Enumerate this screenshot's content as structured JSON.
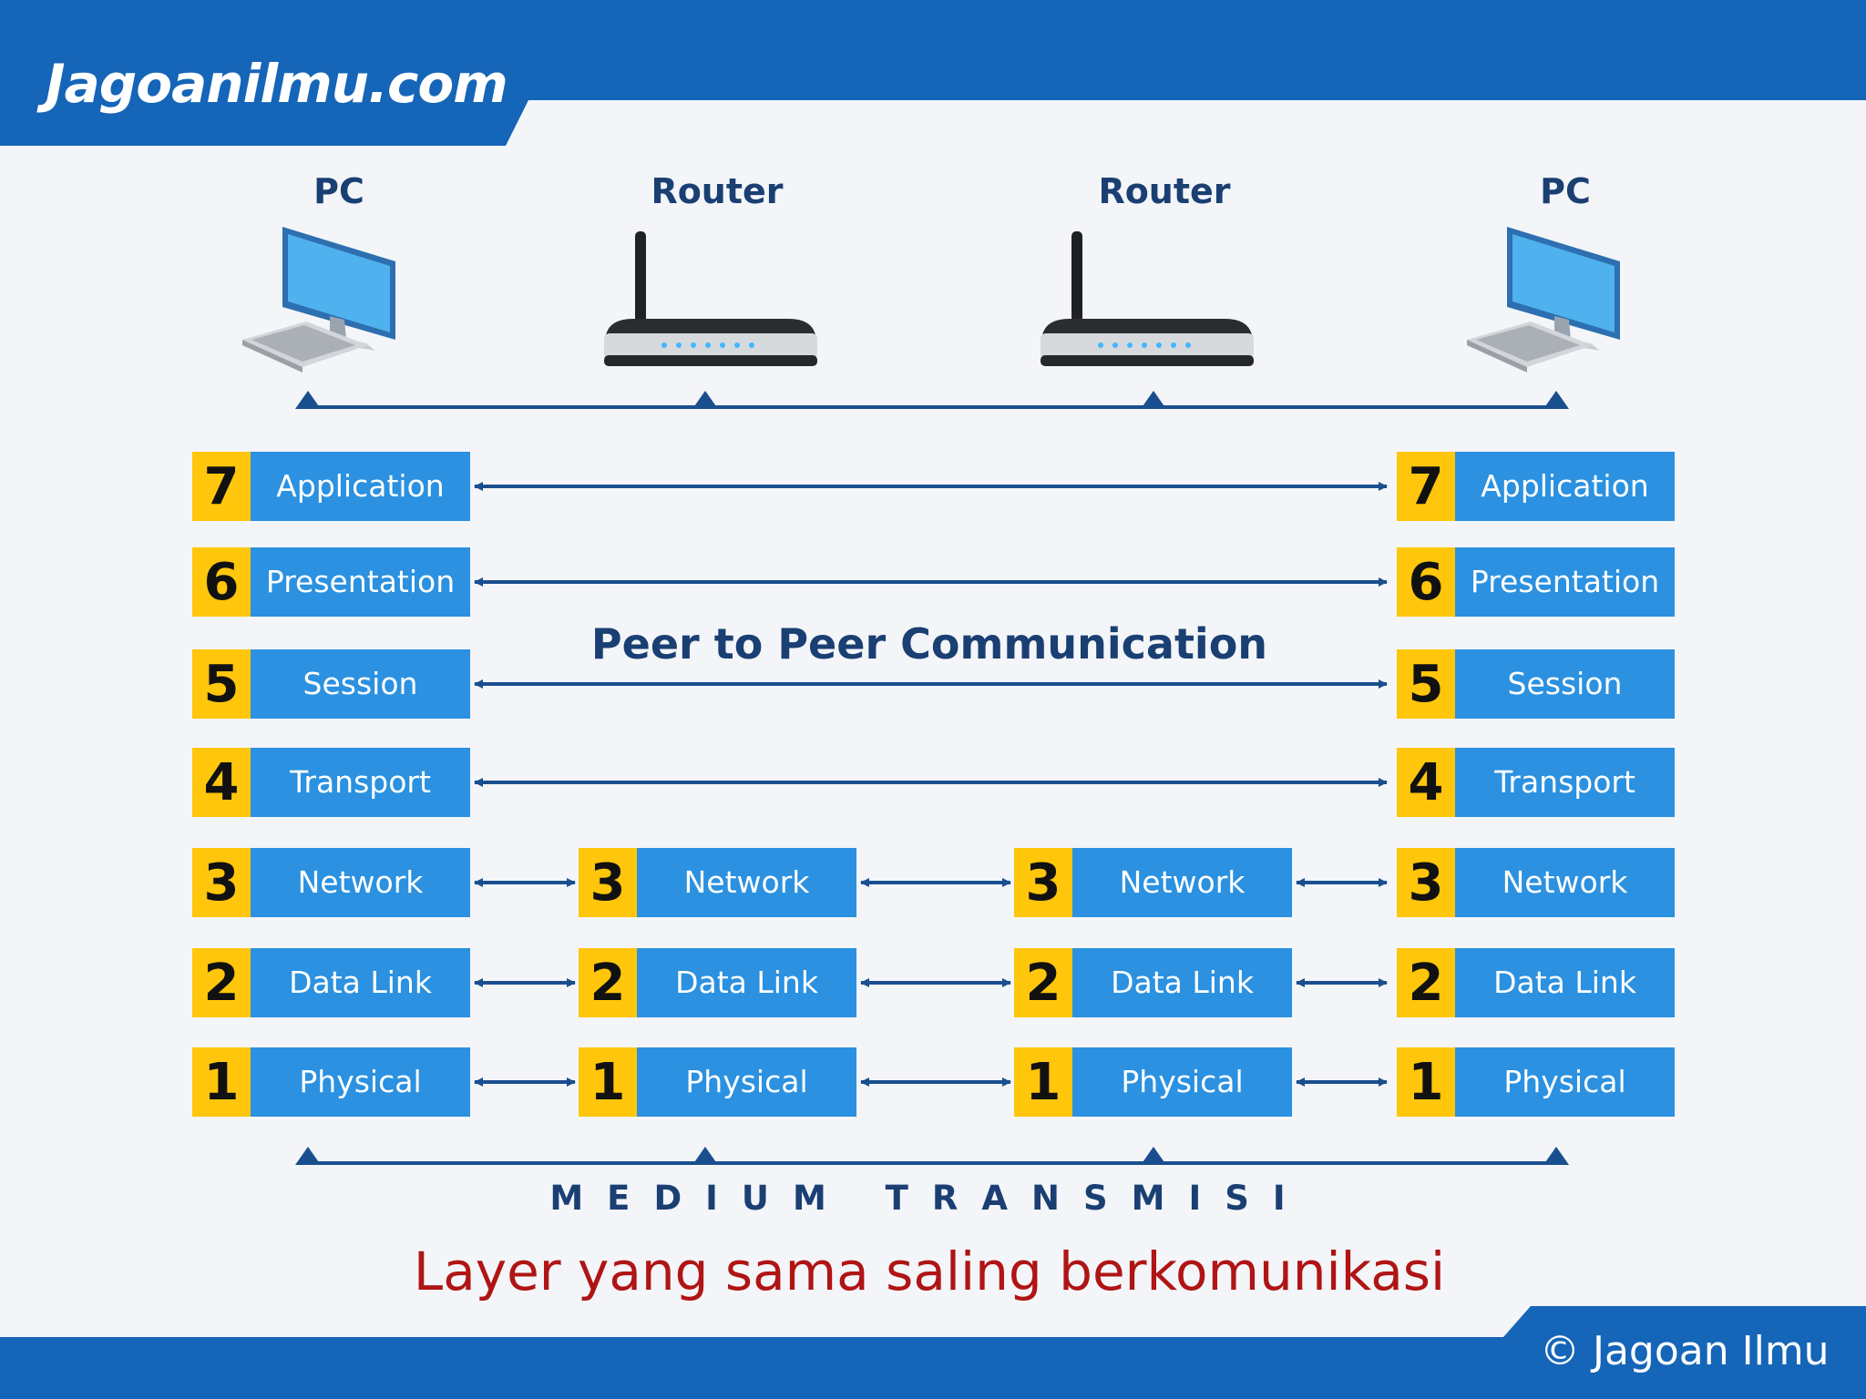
{
  "header": {
    "site_title": "Jagoanilmu.com"
  },
  "devices": [
    {
      "label": "PC",
      "icon": "computer-icon"
    },
    {
      "label": "Router",
      "icon": "router-icon"
    },
    {
      "label": "Router",
      "icon": "router-icon"
    },
    {
      "label": "PC",
      "icon": "computer-icon"
    }
  ],
  "stacks": {
    "pc_left": [
      {
        "num": "7",
        "label": "Application"
      },
      {
        "num": "6",
        "label": "Presentation"
      },
      {
        "num": "5",
        "label": "Session"
      },
      {
        "num": "4",
        "label": "Transport"
      },
      {
        "num": "3",
        "label": "Network"
      },
      {
        "num": "2",
        "label": "Data Link"
      },
      {
        "num": "1",
        "label": "Physical"
      }
    ],
    "router_1": [
      {
        "num": "3",
        "label": "Network"
      },
      {
        "num": "2",
        "label": "Data Link"
      },
      {
        "num": "1",
        "label": "Physical"
      }
    ],
    "router_2": [
      {
        "num": "3",
        "label": "Network"
      },
      {
        "num": "2",
        "label": "Data Link"
      },
      {
        "num": "1",
        "label": "Physical"
      }
    ],
    "pc_right": [
      {
        "num": "7",
        "label": "Application"
      },
      {
        "num": "6",
        "label": "Presentation"
      },
      {
        "num": "5",
        "label": "Session"
      },
      {
        "num": "4",
        "label": "Transport"
      },
      {
        "num": "3",
        "label": "Network"
      },
      {
        "num": "2",
        "label": "Data Link"
      },
      {
        "num": "1",
        "label": "Physical"
      }
    ]
  },
  "peer_label": "Peer to Peer Communication",
  "medium_label": "MEDIUM TRANSMISI",
  "caption": "Layer yang sama saling berkomunikasi",
  "footer": {
    "copyright": "© Jagoan Ilmu"
  },
  "colors": {
    "brand_blue": "#1565b8",
    "layer_blue": "#2b91e0",
    "number_yellow": "#ffc60b",
    "arrow_navy": "#1a4f8f",
    "caption_red": "#b01414"
  }
}
